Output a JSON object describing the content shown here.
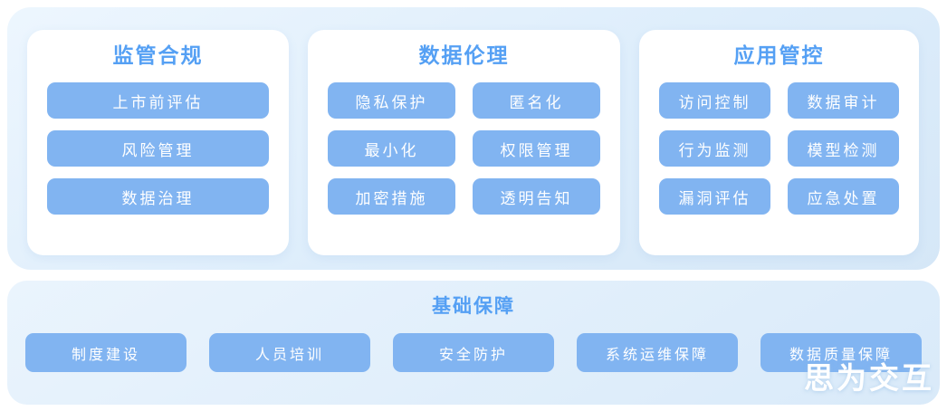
{
  "colors": {
    "panel_bg": "#ddedfb",
    "card_bg": "#ffffff",
    "node_bg": "#81b4f1",
    "node_text": "#ffffff",
    "title_text": "#55a0f4",
    "watermark_text": "#ffffff"
  },
  "sections": [
    {
      "title": "监管合规",
      "items": [
        "上市前评估",
        "风险管理",
        "数据治理"
      ]
    },
    {
      "title": "数据伦理",
      "items": [
        "隐私保护",
        "匿名化",
        "最小化",
        "权限管理",
        "加密措施",
        "透明告知"
      ]
    },
    {
      "title": "应用管控",
      "items": [
        "访问控制",
        "数据审计",
        "行为监测",
        "模型检测",
        "漏洞评估",
        "应急处置"
      ]
    }
  ],
  "foundation": {
    "title": "基础保障",
    "items": [
      "制度建设",
      "人员培训",
      "安全防护",
      "系统运维保障",
      "数据质量保障"
    ]
  },
  "watermark": "思为交互"
}
